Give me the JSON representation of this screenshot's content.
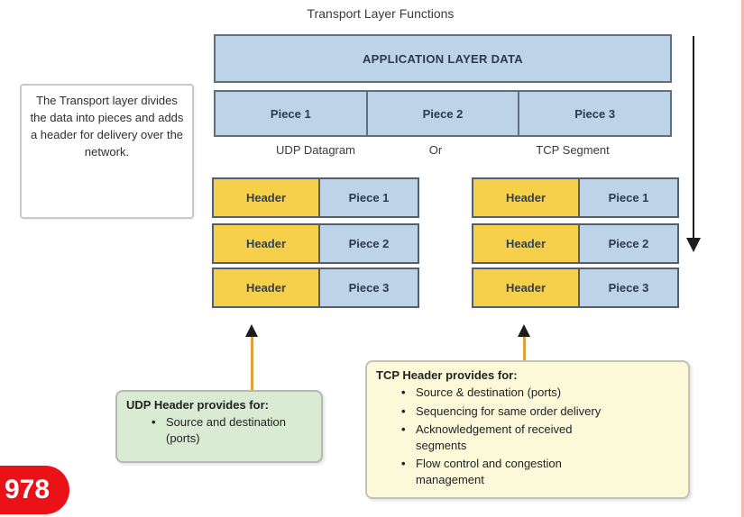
{
  "title": "Transport Layer Functions",
  "diagram": {
    "app_layer_label": "APPLICATION LAYER DATA",
    "pieces": [
      "Piece 1",
      "Piece 2",
      "Piece 3"
    ],
    "udp_label": "UDP Datagram",
    "or_label": "Or",
    "tcp_label": "TCP Segment",
    "udp_group": {
      "rows": [
        {
          "header": "Header",
          "piece": "Piece 1"
        },
        {
          "header": "Header",
          "piece": "Piece 2"
        },
        {
          "header": "Header",
          "piece": "Piece 3"
        }
      ]
    },
    "tcp_group": {
      "rows": [
        {
          "header": "Header",
          "piece": "Piece 1"
        },
        {
          "header": "Header",
          "piece": "Piece 2"
        },
        {
          "header": "Header",
          "piece": "Piece 3"
        }
      ]
    }
  },
  "notes": {
    "transport_note": "The Transport layer divides the data into pieces and adds a header for delivery over the network.",
    "udp_note": {
      "title": "UDP Header provides for:",
      "bullets": [
        "Source and destination (ports)"
      ]
    },
    "tcp_note": {
      "title": "TCP Header provides for:",
      "bullets": [
        "Source & destination (ports)",
        "Sequencing for same order delivery",
        "Acknowledgement of received segments",
        "Flow control and congestion management"
      ]
    }
  },
  "page_badge": "978",
  "colors": {
    "piece_blue": "#bdd3e8",
    "header_yellow": "#f6d04a",
    "udp_note_green": "#d9ecd3",
    "tcp_note_yellow": "#fbf9d8",
    "badge_red": "#ea1117",
    "arrow_orange": "#dfa23a"
  }
}
